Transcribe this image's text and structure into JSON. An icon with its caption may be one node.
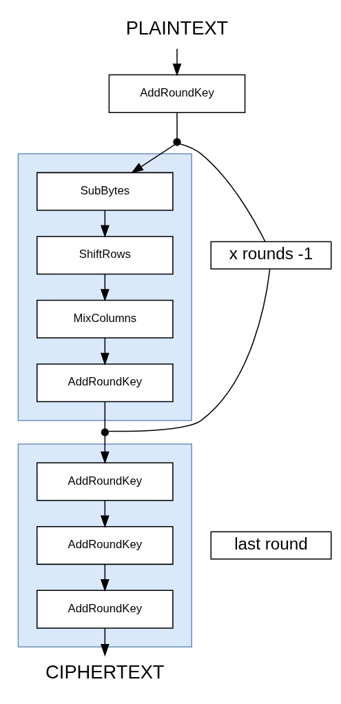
{
  "diagram": {
    "nodes": [
      {
        "text": [
          "PLAINTEXT"
        ]
      },
      {
        "text": [
          "AddRoundKey"
        ]
      },
      {
        "text": [],
        "shape": "circle"
      },
      {
        "text": [],
        "shape": "box"
      },
      {
        "text": [
          "SubBytes"
        ],
        "in": 3
      },
      {
        "text": [
          "ShiftRows"
        ],
        "in": 3
      },
      {
        "text": [
          "MixColumns"
        ],
        "in": 3
      },
      {
        "text": [
          "AddRoundKey"
        ],
        "in": 3
      },
      {
        "text": [
          "x rounds -1"
        ]
      },
      {
        "text": [],
        "shape": "circle"
      },
      {
        "text": [],
        "shape": "box"
      },
      {
        "text": [
          "AddRoundKey"
        ],
        "in": 10
      },
      {
        "text": [
          "AddRoundKey"
        ],
        "in": 10
      },
      {
        "text": [
          "AddRoundKey"
        ],
        "in": 10
      },
      {
        "text": [
          "last round"
        ]
      },
      {
        "text": [
          "CIPHERTEXT"
        ]
      }
    ],
    "edges": [
      {
        "from": 0,
        "to": 1,
        "arrow": "to"
      },
      {
        "from": 1,
        "to": 2,
        "arrow": "none"
      },
      {
        "from": 2,
        "to": 4,
        "arrow": "to"
      },
      {
        "from": 4,
        "to": 5,
        "arrow": "to"
      },
      {
        "from": 5,
        "to": 6,
        "arrow": "to"
      },
      {
        "from": 6,
        "to": 7,
        "arrow": "to"
      },
      {
        "from": 7,
        "to": 9,
        "arrow": "none"
      },
      {
        "from": 9,
        "to": 8,
        "arrow": "none"
      },
      {
        "from": 8,
        "to": 2,
        "arrow": "none"
      },
      {
        "from": 9,
        "to": 11,
        "arrow": "to"
      },
      {
        "from": 11,
        "to": 12,
        "arrow": "to"
      },
      {
        "from": 12,
        "to": 13,
        "arrow": "to"
      },
      {
        "from": 13,
        "to": 15,
        "arrow": "to"
      }
    ]
  }
}
